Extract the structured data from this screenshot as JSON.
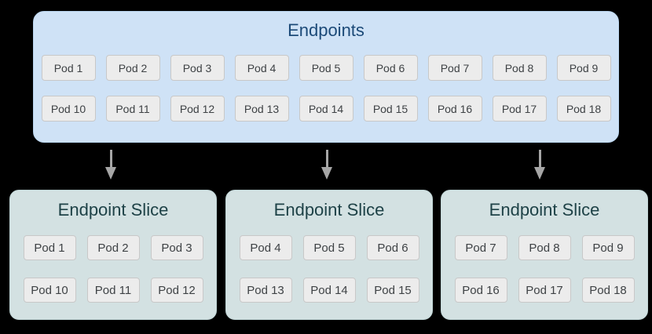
{
  "colors": {
    "page_bg": "#000000",
    "endpoints_fill": "#cfe2f6",
    "endpoints_border": "#b9d4ee",
    "endpoints_title": "#1c4a78",
    "slice_fill": "#d3e1e2",
    "slice_border": "#bfd4d5",
    "slice_title": "#1e4247",
    "pod_fill": "#ececec",
    "pod_border": "#c8c8c8",
    "pod_text": "#3e4245",
    "arrow_color": "#a6a6a6"
  },
  "endpoints": {
    "title": "Endpoints",
    "rows": [
      [
        "Pod 1",
        "Pod 2",
        "Pod 3",
        "Pod 4",
        "Pod 5",
        "Pod 6",
        "Pod 7",
        "Pod 8",
        "Pod 9"
      ],
      [
        "Pod 10",
        "Pod 11",
        "Pod 12",
        "Pod 13",
        "Pod 14",
        "Pod 15",
        "Pod 16",
        "Pod 17",
        "Pod 18"
      ]
    ]
  },
  "arrows": {
    "count": 3
  },
  "slices": [
    {
      "title": "Endpoint Slice",
      "rows": [
        [
          "Pod 1",
          "Pod 2",
          "Pod 3"
        ],
        [
          "Pod 10",
          "Pod 11",
          "Pod 12"
        ]
      ]
    },
    {
      "title": "Endpoint Slice",
      "rows": [
        [
          "Pod 4",
          "Pod 5",
          "Pod 6"
        ],
        [
          "Pod 13",
          "Pod 14",
          "Pod 15"
        ]
      ]
    },
    {
      "title": "Endpoint Slice",
      "rows": [
        [
          "Pod 7",
          "Pod 8",
          "Pod 9"
        ],
        [
          "Pod 16",
          "Pod 17",
          "Pod 18"
        ]
      ]
    }
  ]
}
